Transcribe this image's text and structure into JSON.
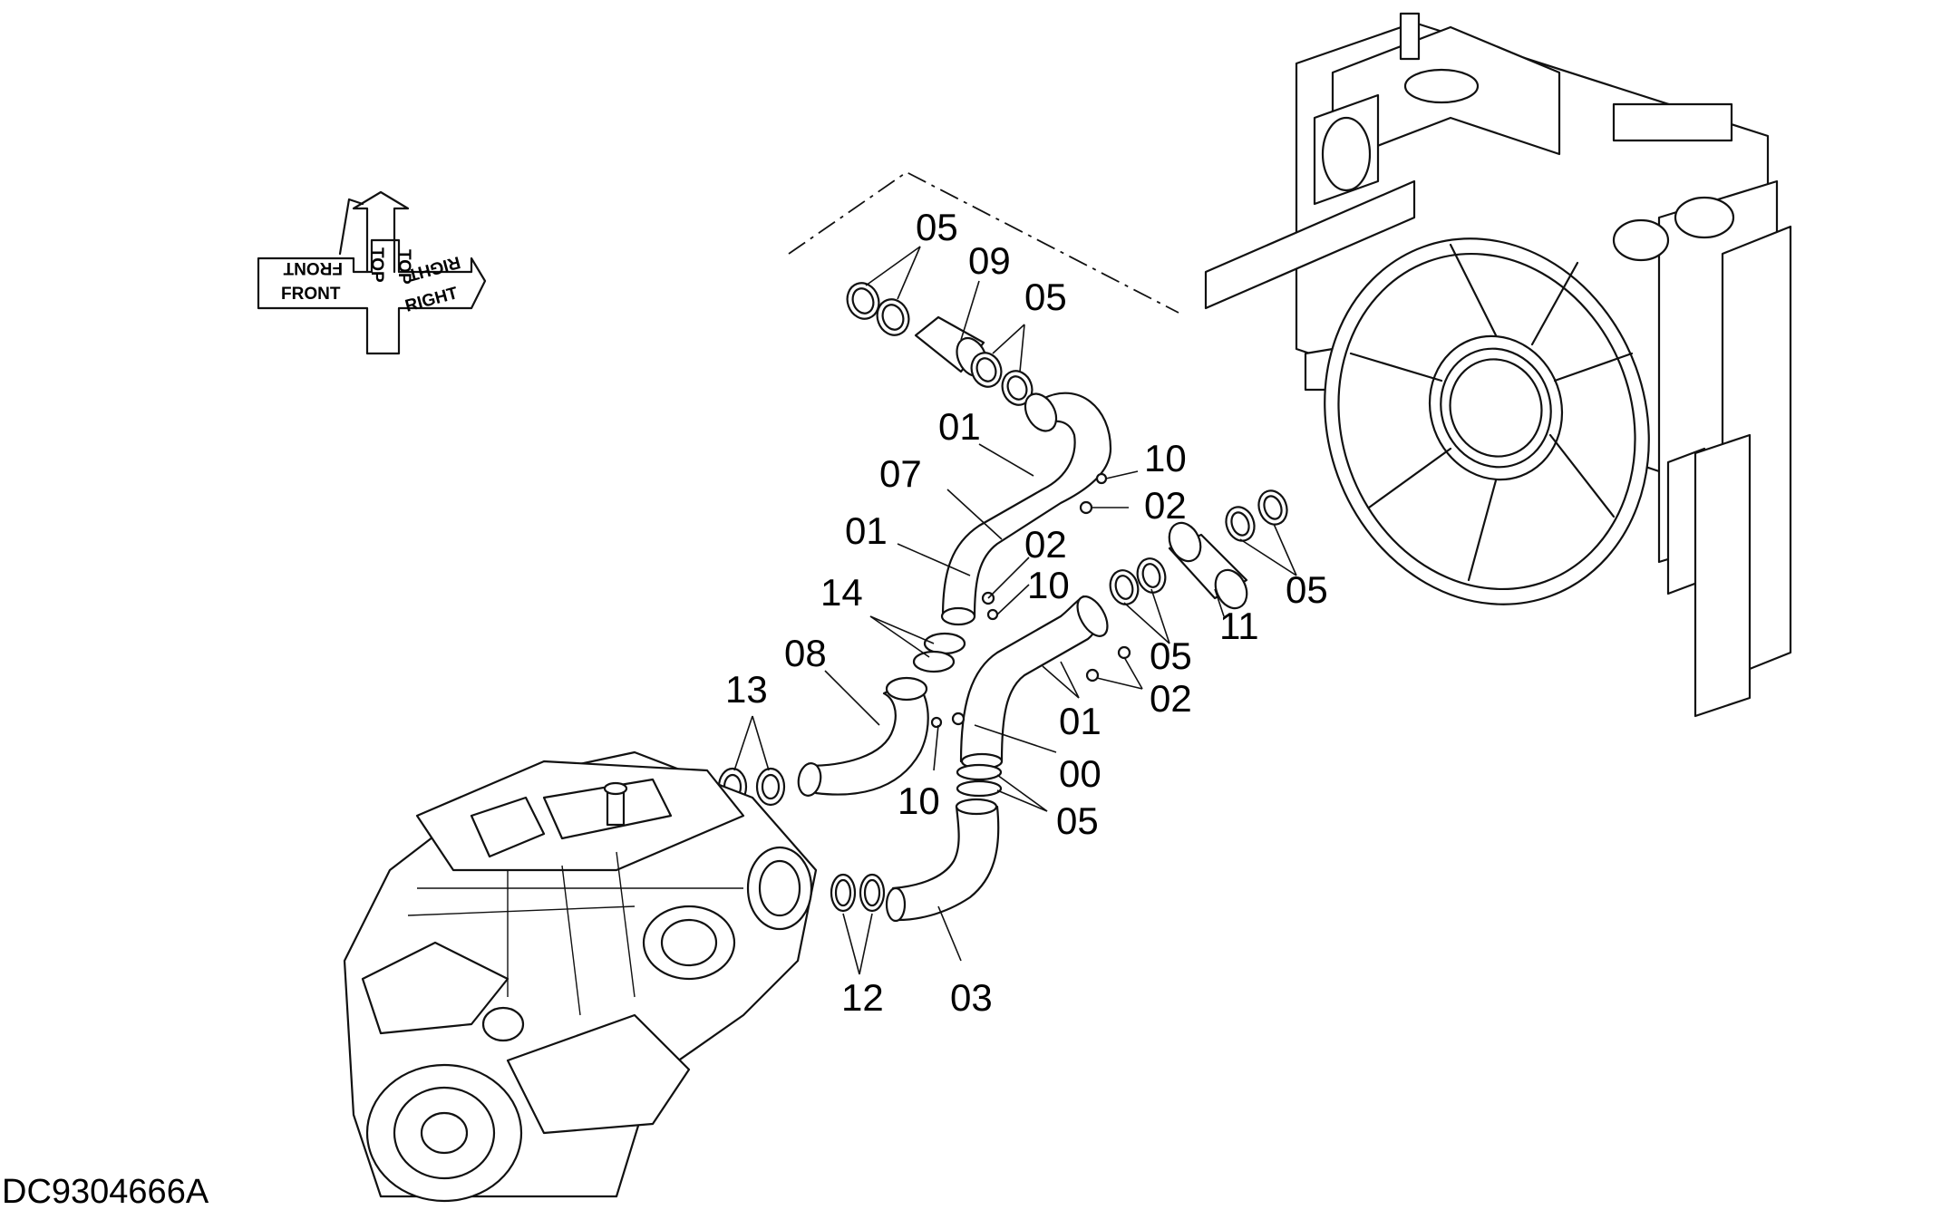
{
  "drawing_code": "DC9304666A",
  "orientation": {
    "front": "FRONT",
    "top": "TOP",
    "right": "RIGHT"
  },
  "callouts": {
    "c05_top": "05",
    "c09": "09",
    "c05_mid": "05",
    "c01_top": "01",
    "c10_top": "10",
    "c07": "07",
    "c02_top": "02",
    "c01_left": "01",
    "c02_mid": "02",
    "c10_mid": "10",
    "c14": "14",
    "c08": "08",
    "c13": "13",
    "c05_right": "05",
    "c11": "11",
    "c05_center": "05",
    "c02_low": "02",
    "c01_low": "01",
    "c00": "00",
    "c10_low": "10",
    "c05_low": "05",
    "c12": "12",
    "c03": "03"
  }
}
